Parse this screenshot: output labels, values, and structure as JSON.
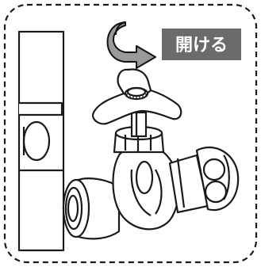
{
  "instruction": {
    "label": "開ける",
    "action": "rotate-counterclockwise"
  },
  "colors": {
    "background": "#ffffff",
    "line": "#1a1a1a",
    "label_fill": "#6b6b6b",
    "label_text": "#ffffff",
    "arrow_fill": "#9a9a9a",
    "arrow_stroke": "#111111"
  },
  "icons": {
    "arrow": "rotate-arrow-icon",
    "faucet": "faucet-illustration"
  }
}
